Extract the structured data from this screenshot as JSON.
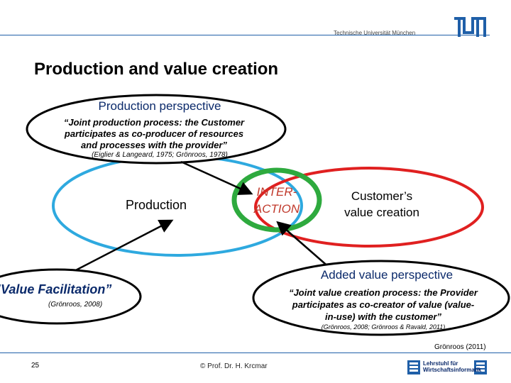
{
  "header": {
    "university": "Technische Universität München",
    "logo": "tum-logo"
  },
  "title": "Production and value creation",
  "production_perspective": {
    "title": "Production perspective",
    "quote_line1": "“Joint production process: the Customer",
    "quote_line2": "participates as co-producer of resources",
    "quote_line3": "and processes with the provider”",
    "citation": "(Eiglier & Langeard, 1975; Grönroos, 1978)"
  },
  "circles": {
    "production": "Production",
    "interaction_line1": "INTER-",
    "interaction_line2": "ACTION",
    "customer_line1": "Customer’s",
    "customer_line2": "value creation"
  },
  "value_facilitation": {
    "label": "”Value Facilitation”",
    "citation": "(Grönroos, 2008)"
  },
  "added_value_perspective": {
    "title": "Added value perspective",
    "quote_line1": "“Joint value creation process: the Provider",
    "quote_line2": "participates as co-creator of value (value-",
    "quote_line3": "in-use) with the customer”",
    "citation": "(Grönroos, 2008; Grönroos & Ravald, 2011)"
  },
  "footer": {
    "source": "Grönroos (2011)",
    "page": "25",
    "copyright": "© Prof. Dr. H. Krcmar",
    "chair_line1": "Lehrstuhl für",
    "chair_line2": "Wirtschaftsinformatik"
  },
  "colors": {
    "production_circle": "#2ea9df",
    "customer_circle": "#e02020",
    "interaction_circle": "#2eaa3e",
    "perspective_ellipse": "#000000",
    "accent_blue": "#1f5fa8"
  }
}
